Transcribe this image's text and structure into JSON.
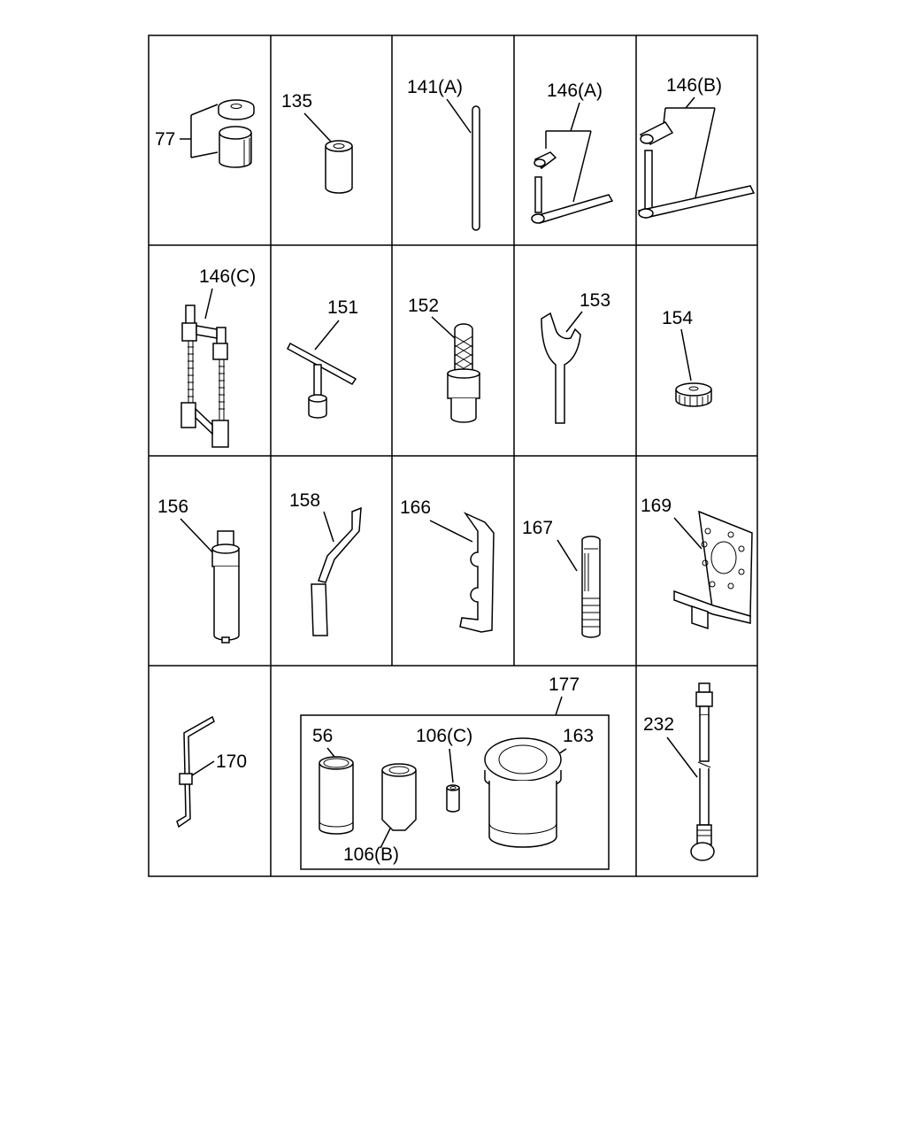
{
  "labels": {
    "p77": "77",
    "p135": "135",
    "p141a": "141(A)",
    "p146a": "146(A)",
    "p146b": "146(B)",
    "p146c": "146(C)",
    "p151": "151",
    "p152": "152",
    "p153": "153",
    "p154": "154",
    "p156": "156",
    "p158": "158",
    "p166": "166",
    "p167": "167",
    "p169": "169",
    "p170": "170",
    "p177": "177",
    "p56": "56",
    "p106c": "106(C)",
    "p163": "163",
    "p106b": "106(B)",
    "p232": "232"
  }
}
